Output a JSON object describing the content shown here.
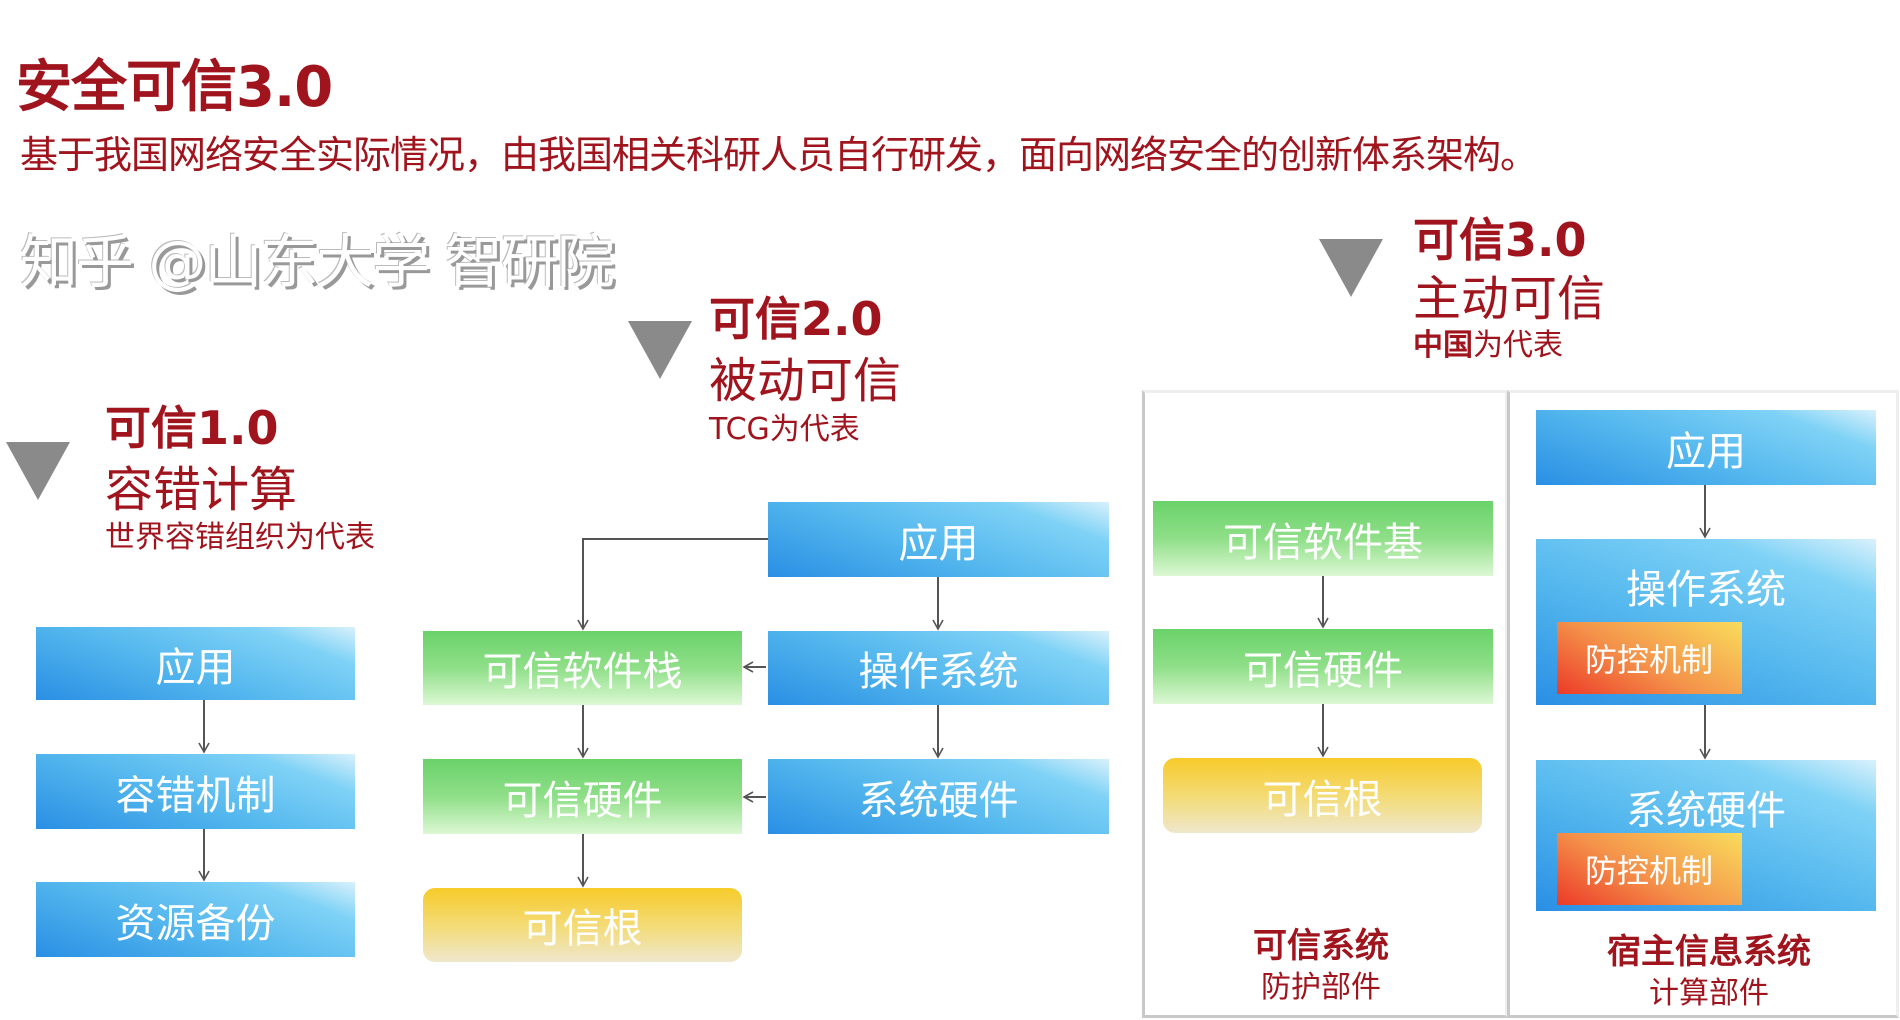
{
  "title": "安全可信3.0",
  "subtitle": "基于我国网络安全实际情况，由我国相关科研人员自行研发，面向网络安全的创新体系架构。",
  "colors": {
    "accent": "#a0141e",
    "blue": "#2a8fe4",
    "green": "#6ad26a",
    "gold": "#f7cb2a",
    "orange": "#ec3a28"
  },
  "v1": {
    "name": "可信1.0",
    "mode": "容错计算",
    "rep": "世界容错组织为代表",
    "boxes": [
      "应用",
      "容错机制",
      "资源备份"
    ]
  },
  "v2": {
    "name": "可信2.0",
    "mode": "被动可信",
    "rep": "TCG为代表",
    "left": [
      "可信软件栈",
      "可信硬件",
      "可信根"
    ],
    "right": [
      "应用",
      "操作系统",
      "系统硬件"
    ]
  },
  "v3": {
    "name": "可信3.0",
    "mode": "主动可信",
    "rep_bold": "中国",
    "rep_rest": "为代表",
    "left": {
      "boxes": [
        "可信软件基",
        "可信硬件",
        "可信根"
      ],
      "caption": "可信系统",
      "sub": "防护部件"
    },
    "right": {
      "boxes": [
        "应用",
        "操作系统",
        "系统硬件"
      ],
      "inner": "防控机制",
      "caption": "宿主信息系统",
      "sub": "计算部件"
    }
  },
  "watermark": "知乎 @山东大学 智研院"
}
